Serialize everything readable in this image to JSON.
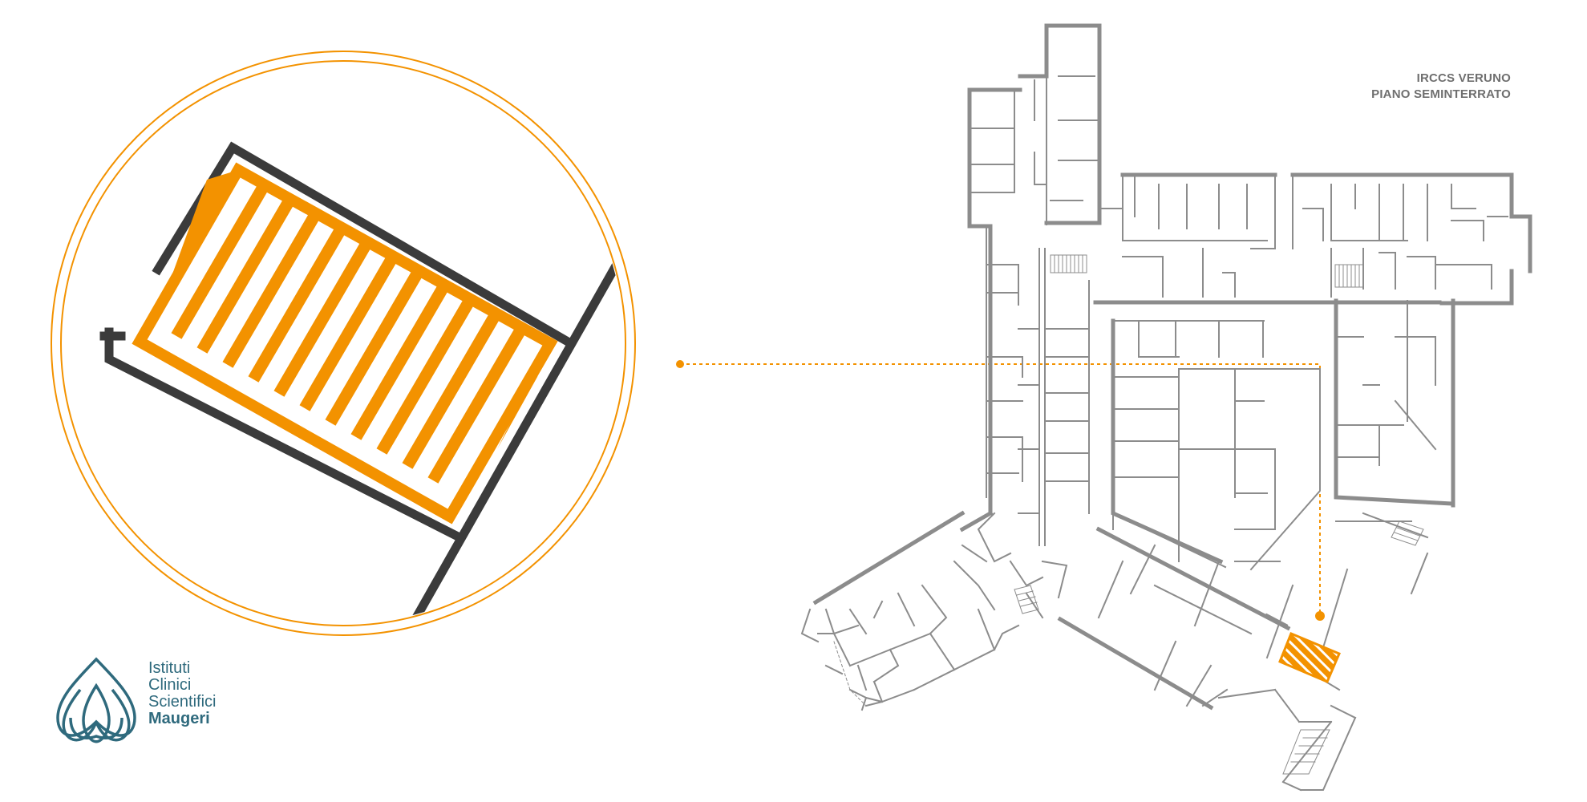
{
  "map": {
    "location_line_1": "IRCCS VERUNO",
    "location_line_2": "PIANO SEMINTERRATO",
    "highlight_color": "#f39200",
    "wall_color": "#8c8c8c",
    "zoom_wall_color": "#3b3b3b",
    "icons": {
      "zoom_detail": "magnifier-circle-stairs",
      "highlighted_area": "stairs-hatched-area"
    }
  },
  "logo": {
    "line_1": "Istituti",
    "line_2": "Clinici",
    "line_3": "Scientifici",
    "line_4": "Maugeri",
    "brand_color": "#2f6a7d"
  }
}
